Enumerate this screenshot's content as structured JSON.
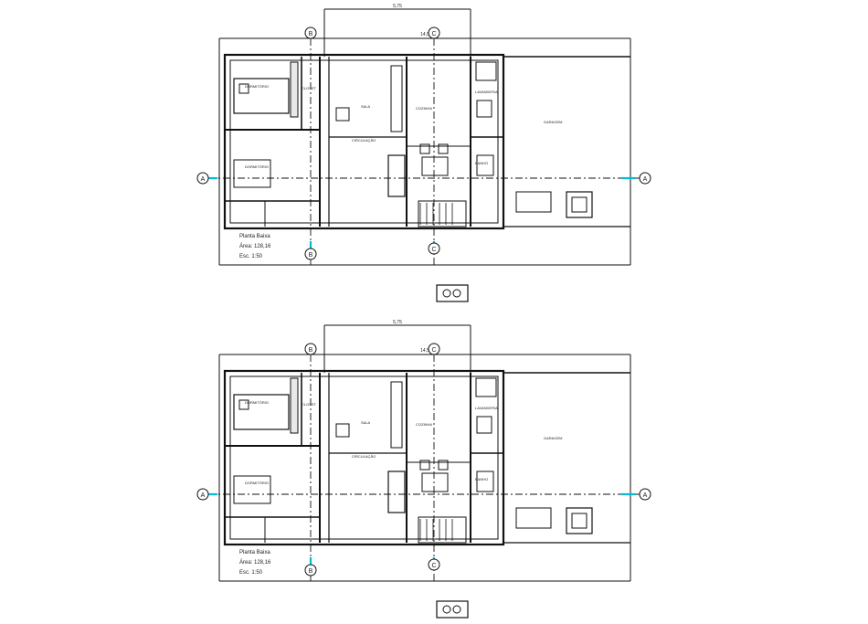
{
  "plans": [
    {
      "title": "Planta Baixa",
      "area": "Área: 128,16",
      "scale": "Esc. 1:50",
      "axis_labels": [
        "B",
        "C",
        "A",
        "A",
        "B",
        "C"
      ],
      "rooms": [
        "DORMITÓRIO",
        "DORMITÓRIO",
        "CLOSET",
        "SALA",
        "COZINHA",
        "CIRCULAÇÃO",
        "LAVANDERIA",
        "GARAGEM",
        "BANHO"
      ],
      "overall_dimension": "14,5",
      "top_dimension": "5,75"
    },
    {
      "title": "Planta Baixa",
      "area": "Área: 128,16",
      "scale": "Esc. 1:50",
      "axis_labels": [
        "B",
        "C",
        "A",
        "A",
        "B",
        "C"
      ],
      "rooms": [
        "DORMITÓRIO",
        "DORMITÓRIO",
        "CLOSET",
        "SALA",
        "COZINHA",
        "CIRCULAÇÃO",
        "LAVANDERIA",
        "GARAGEM",
        "BANHO"
      ],
      "overall_dimension": "14,5",
      "top_dimension": "5,75"
    }
  ],
  "colors": {
    "lines": "#111111",
    "axis": "#00bcd4",
    "background": "#ffffff"
  }
}
